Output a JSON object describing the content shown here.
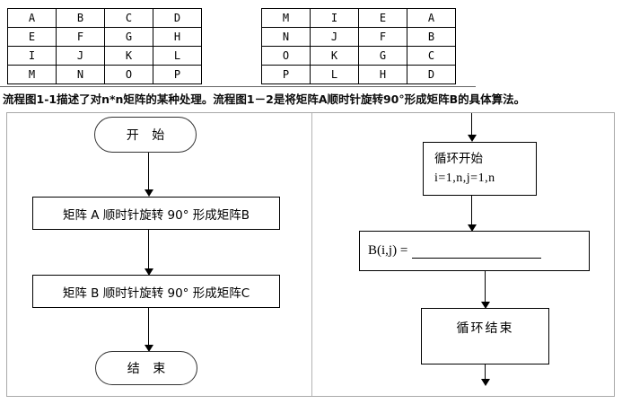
{
  "matrix_a": {
    "rows": [
      [
        "A",
        "B",
        "C",
        "D"
      ],
      [
        "E",
        "F",
        "G",
        "H"
      ],
      [
        "I",
        "J",
        "K",
        "L"
      ],
      [
        "M",
        "N",
        "O",
        "P"
      ]
    ]
  },
  "matrix_b": {
    "rows": [
      [
        "M",
        "I",
        "E",
        "A"
      ],
      [
        "N",
        "J",
        "F",
        "B"
      ],
      [
        "O",
        "K",
        "G",
        "C"
      ],
      [
        "P",
        "L",
        "H",
        "D"
      ]
    ]
  },
  "caption": "流程图1-1描述了对n*n矩阵的某种处理。流程图1－2是将矩阵A顺时针旋转90°形成矩阵B的具体算法。",
  "flowchart_1": {
    "start_label": "开 始",
    "step1_label": "矩阵 A 顺时针旋转 90° 形成矩阵B",
    "step2_label": "矩阵 B 顺时针旋转 90° 形成矩阵C",
    "end_label": "结 束"
  },
  "flowchart_2": {
    "loop_start_title": "循环开始",
    "loop_start_params": "i=1,n,j=1,n",
    "assignment_label": "B(i,j) =",
    "loop_end_label": "循环结束"
  },
  "colors": {
    "flow_line": "#000000",
    "panel_border": "#a9a9a9"
  }
}
